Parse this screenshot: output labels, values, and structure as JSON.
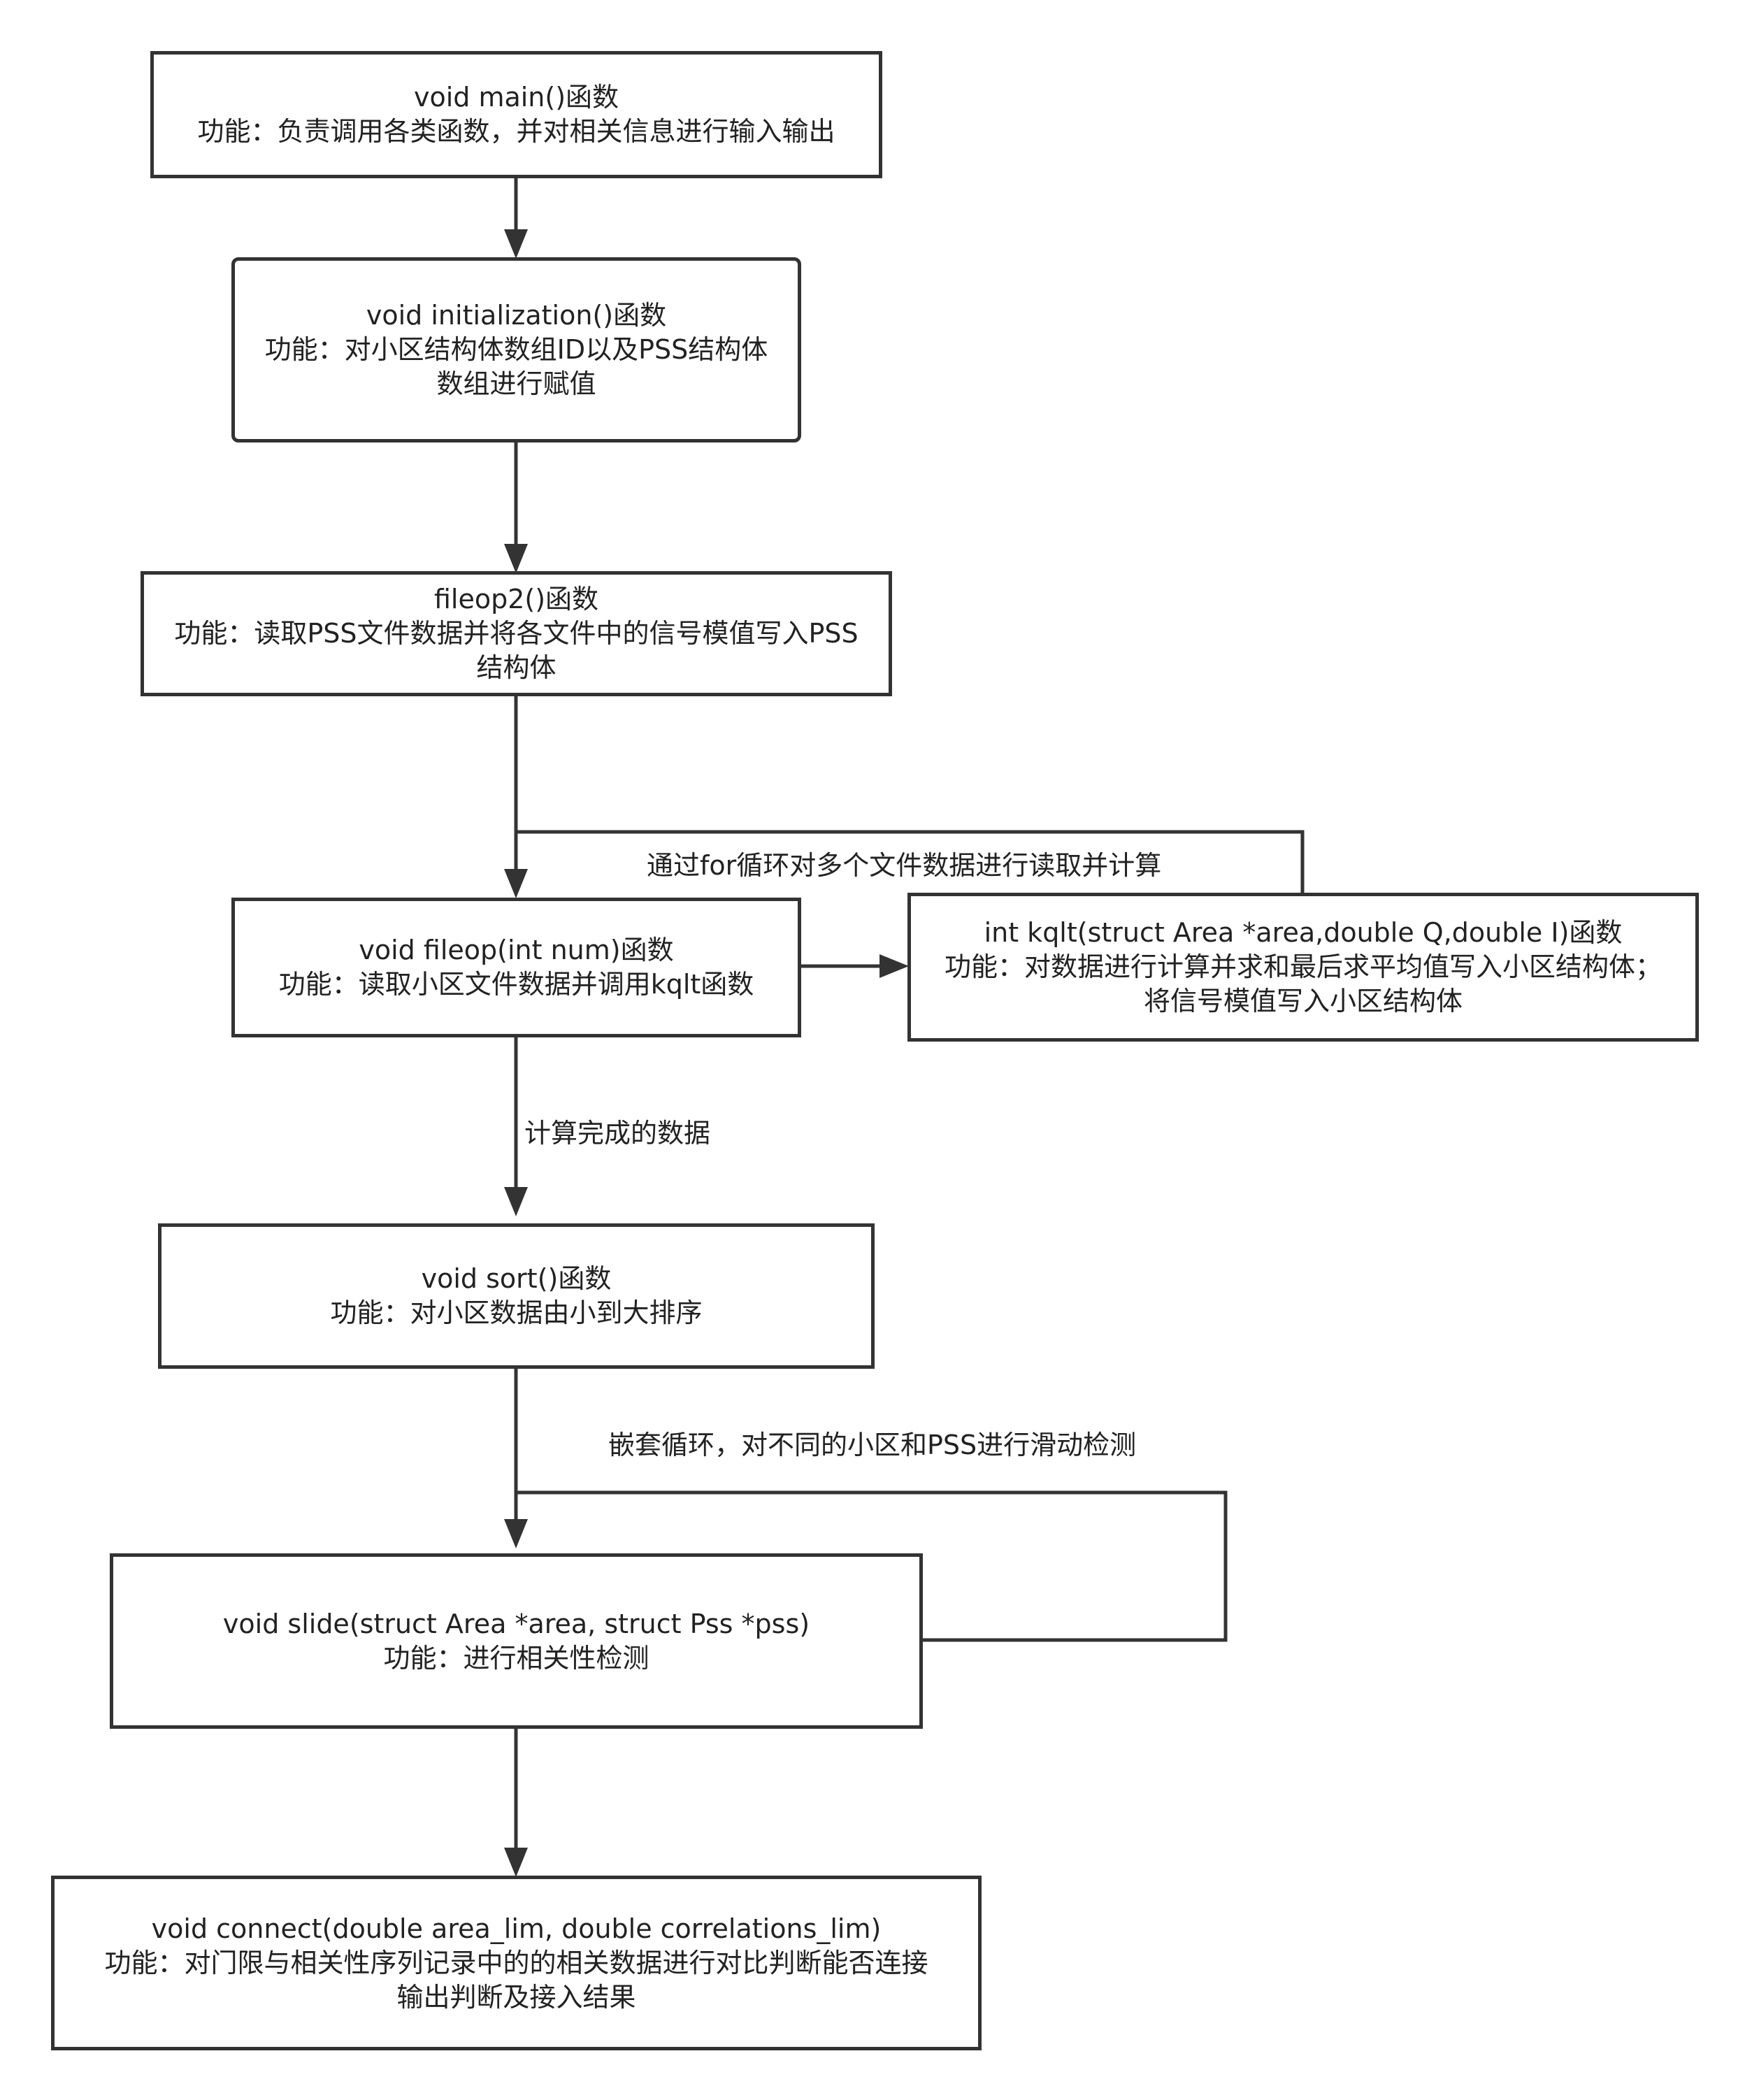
{
  "nodes": {
    "main": {
      "line1": "void main()函数",
      "line2": "功能：负责调用各类函数，并对相关信息进行输入输出"
    },
    "initialization": {
      "line1": "void initialization()函数",
      "line2": "功能：对小区结构体数组ID以及PSS结构体",
      "line3": "数组进行赋值"
    },
    "fileop2": {
      "line1": "fileop2()函数",
      "line2": "功能：读取PSS文件数据并将各文件中的信号模值写入PSS",
      "line3": "结构体"
    },
    "fileop": {
      "line1": "void fileop(int num)函数",
      "line2": "功能：读取小区文件数据并调用kqlt函数"
    },
    "kqlt": {
      "line1": "int kqlt(struct Area *area,double Q,double I)函数",
      "line2": "功能：对数据进行计算并求和最后求平均值写入小区结构体；",
      "line3": "将信号模值写入小区结构体"
    },
    "sort": {
      "line1": "void sort()函数",
      "line2": "功能：对小区数据由小到大排序"
    },
    "slide": {
      "line1": "void slide(struct Area *area, struct Pss *pss)",
      "line2": "功能：进行相关性检测"
    },
    "connect": {
      "line1": "void connect(double area_lim, double correlations_lim)",
      "line2": "功能：对门限与相关性序列记录中的的相关数据进行对比判断能否连接",
      "line3": "输出判断及接入结果"
    }
  },
  "edge_labels": {
    "for_loop": "通过for循环对多个文件数据进行读取并计算",
    "computed_data": "计算完成的数据",
    "nested_loop": "嵌套循环，对不同的小区和PSS进行滑动检测"
  },
  "colors": {
    "stroke": "#333333",
    "text": "#222222",
    "background": "#ffffff"
  }
}
